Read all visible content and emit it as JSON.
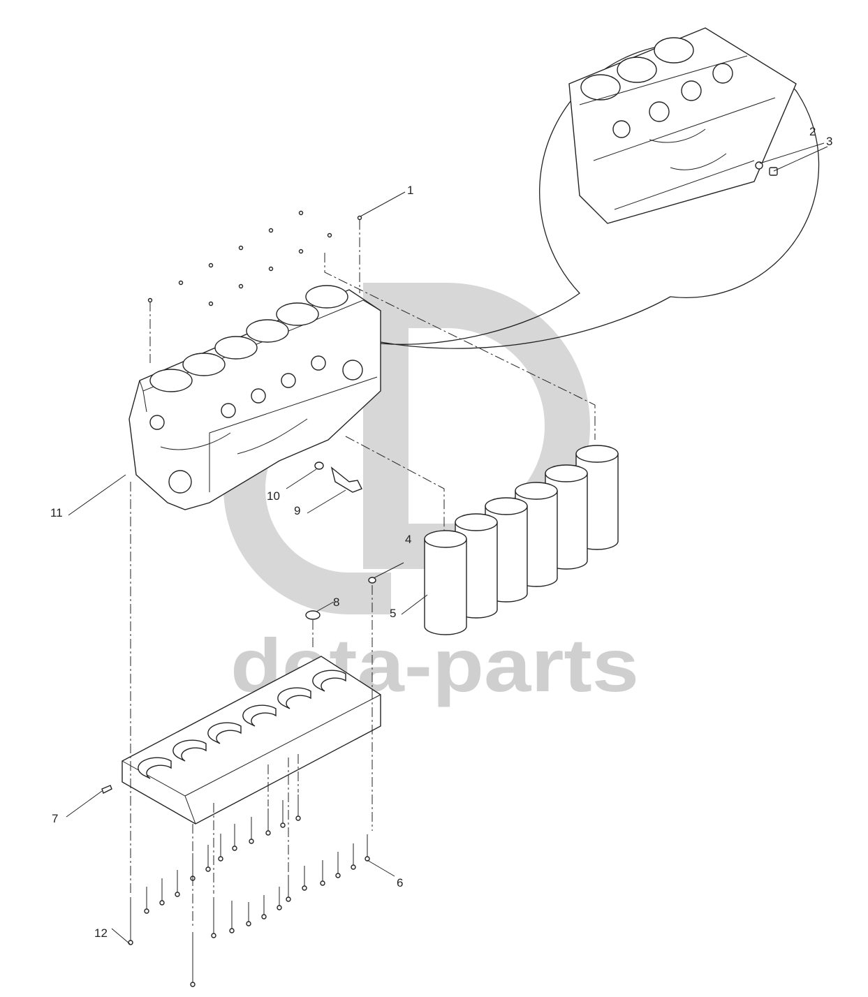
{
  "watermark": {
    "text": "deta-parts",
    "color": "#d3d3d3"
  },
  "callouts": [
    {
      "id": "1",
      "label": "1"
    },
    {
      "id": "2",
      "label": "2"
    },
    {
      "id": "3",
      "label": "3"
    },
    {
      "id": "4",
      "label": "4"
    },
    {
      "id": "5",
      "label": "5"
    },
    {
      "id": "6",
      "label": "6"
    },
    {
      "id": "7",
      "label": "7"
    },
    {
      "id": "8",
      "label": "8"
    },
    {
      "id": "9",
      "label": "9"
    },
    {
      "id": "10",
      "label": "10"
    },
    {
      "id": "11",
      "label": "11"
    },
    {
      "id": "12",
      "label": "12"
    }
  ],
  "line_color": "#222222"
}
